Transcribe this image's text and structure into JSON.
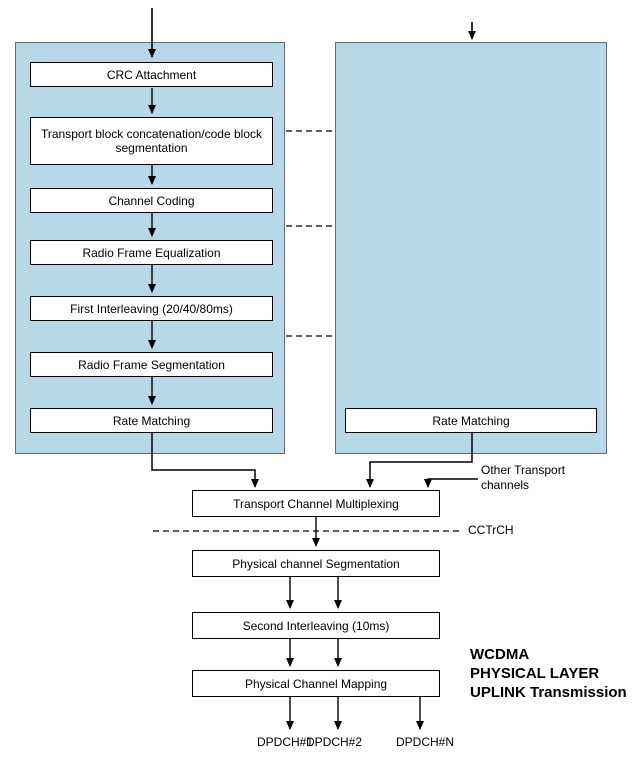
{
  "diagram": {
    "title": "WCDMA Physical Layer Uplink Transmission chain",
    "colors": {
      "panel_fill": "#b7d9e7",
      "panel_border": "#6b6b6b",
      "box_fill": "#ffffff",
      "box_border": "#000000",
      "line": "#000000"
    },
    "left_panel": {
      "boxes": [
        {
          "label": "CRC Attachment"
        },
        {
          "label": "Transport block concatenation/code block segmentation"
        },
        {
          "label": "Channel Coding"
        },
        {
          "label": "Radio Frame Equalization"
        },
        {
          "label": "First Interleaving (20/40/80ms)"
        },
        {
          "label": "Radio Frame Segmentation"
        },
        {
          "label": "Rate Matching"
        }
      ]
    },
    "right_panel": {
      "boxes": [
        {
          "label": "Rate Matching"
        }
      ]
    },
    "flow_boxes": [
      {
        "label": "Transport Channel Multiplexing"
      },
      {
        "label": "Physical channel Segmentation"
      },
      {
        "label": "Second Interleaving (10ms)"
      },
      {
        "label": "Physical Channel Mapping"
      }
    ],
    "annotations": {
      "other_transport_lines": [
        "Other Transport",
        "channels"
      ],
      "cctrch": "CCTrCH",
      "outputs": [
        "DPDCH#1",
        "DPDCH#2",
        "DPDCH#N"
      ],
      "caption_lines": [
        "WCDMA",
        "PHYSICAL LAYER",
        "UPLINK Transmission"
      ]
    }
  }
}
